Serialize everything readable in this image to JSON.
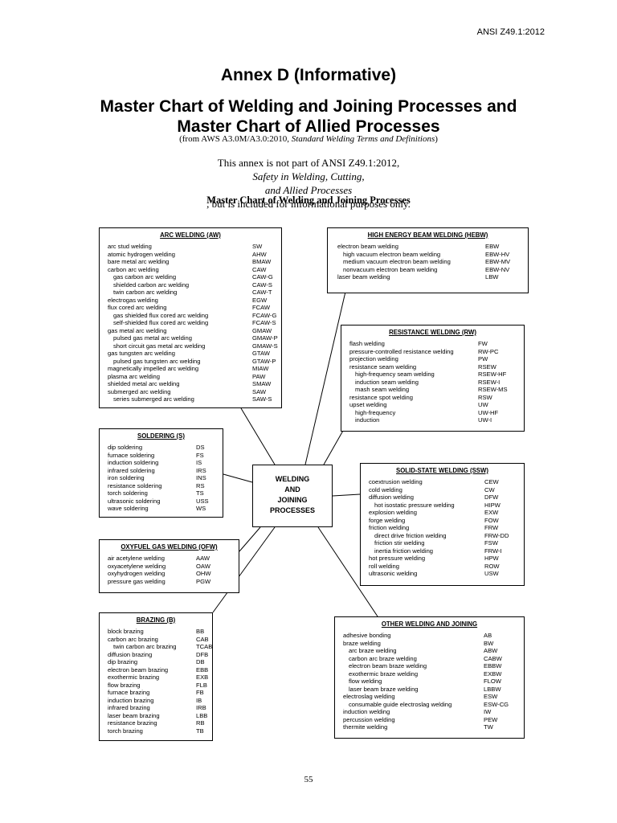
{
  "header": "ANSI Z49.1:2012",
  "title1": "Annex D (Informative)",
  "title2_line1": "Master Chart of Welding and Joining Processes and",
  "title2_line2": "Master Chart of Allied Processes",
  "from_prefix": "(from AWS A3.0M/A3.0:2010, ",
  "from_italic": "Standard Welding Terms and Definitions",
  "from_suffix": ")",
  "note_prefix": "This annex is not part of ANSI Z49.1:2012, ",
  "note_italic1": "Safety in Welding, Cutting,",
  "note_italic2": "and Allied Processes",
  "note_suffix": ", but is included for informational purposes only.",
  "chart_title": "Master Chart of Welding and Joining Processes",
  "center": {
    "line1": "WELDING",
    "line2": "AND",
    "line3": "JOINING",
    "line4": "PROCESSES"
  },
  "page_number": "55",
  "boxes": [
    {
      "id": "aw",
      "title": "ARC WELDING (AW)",
      "items": [
        {
          "name": "arc stud welding",
          "abbr": "SW",
          "sub": false
        },
        {
          "name": "atomic hydrogen welding",
          "abbr": "AHW",
          "sub": false
        },
        {
          "name": "bare metal arc welding",
          "abbr": "BMAW",
          "sub": false
        },
        {
          "name": "carbon arc welding",
          "abbr": "CAW",
          "sub": false
        },
        {
          "name": "gas carbon arc welding",
          "abbr": "CAW-G",
          "sub": true
        },
        {
          "name": "shielded carbon arc welding",
          "abbr": "CAW-S",
          "sub": true
        },
        {
          "name": "twin carbon arc welding",
          "abbr": "CAW-T",
          "sub": true
        },
        {
          "name": "electrogas welding",
          "abbr": "EGW",
          "sub": false
        },
        {
          "name": "flux cored arc welding",
          "abbr": "FCAW",
          "sub": false
        },
        {
          "name": "gas shielded flux cored arc welding",
          "abbr": "FCAW-G",
          "sub": true
        },
        {
          "name": "self-shielded flux cored arc welding",
          "abbr": "FCAW-S",
          "sub": true
        },
        {
          "name": "gas metal arc welding",
          "abbr": "GMAW",
          "sub": false
        },
        {
          "name": "pulsed gas metal arc welding",
          "abbr": "GMAW-P",
          "sub": true
        },
        {
          "name": "short circuit gas metal arc welding",
          "abbr": "GMAW-S",
          "sub": true
        },
        {
          "name": "gas tungsten arc welding",
          "abbr": "GTAW",
          "sub": false
        },
        {
          "name": "pulsed gas tungsten arc welding",
          "abbr": "GTAW-P",
          "sub": true
        },
        {
          "name": "magnetically impelled arc welding",
          "abbr": "MIAW",
          "sub": false
        },
        {
          "name": "plasma arc welding",
          "abbr": "PAW",
          "sub": false
        },
        {
          "name": "shielded metal arc welding",
          "abbr": "SMAW",
          "sub": false
        },
        {
          "name": "submerged arc welding",
          "abbr": "SAW",
          "sub": false
        },
        {
          "name": "series submerged arc welding",
          "abbr": "SAW-S",
          "sub": true
        }
      ]
    },
    {
      "id": "hebw",
      "title": "HIGH ENERGY BEAM WELDING (HEBW)",
      "items": [
        {
          "name": "electron beam welding",
          "abbr": "EBW",
          "sub": false
        },
        {
          "name": "high vacuum electron beam welding",
          "abbr": "EBW-HV",
          "sub": true
        },
        {
          "name": "medium vacuum electron beam welding",
          "abbr": "EBW-MV",
          "sub": true
        },
        {
          "name": "nonvacuum electron beam welding",
          "abbr": "EBW-NV",
          "sub": true
        },
        {
          "name": "laser beam welding",
          "abbr": "LBW",
          "sub": false
        }
      ]
    },
    {
      "id": "rw",
      "title": "RESISTANCE WELDING (RW)",
      "items": [
        {
          "name": "flash welding",
          "abbr": "FW",
          "sub": false
        },
        {
          "name": "pressure-controlled resistance welding",
          "abbr": "RW-PC",
          "sub": false
        },
        {
          "name": "projection welding",
          "abbr": "PW",
          "sub": false
        },
        {
          "name": "resistance seam welding",
          "abbr": "RSEW",
          "sub": false
        },
        {
          "name": "high-frequency seam welding",
          "abbr": "RSEW-HF",
          "sub": true
        },
        {
          "name": "induction seam welding",
          "abbr": "RSEW-I",
          "sub": true
        },
        {
          "name": "mash seam welding",
          "abbr": "RSEW-MS",
          "sub": true
        },
        {
          "name": "resistance spot welding",
          "abbr": "RSW",
          "sub": false
        },
        {
          "name": "upset welding",
          "abbr": "UW",
          "sub": false
        },
        {
          "name": "high-frequency",
          "abbr": "UW-HF",
          "sub": true
        },
        {
          "name": "induction",
          "abbr": "UW-I",
          "sub": true
        }
      ]
    },
    {
      "id": "s",
      "title": "SOLDERING (S)",
      "items": [
        {
          "name": "dip soldering",
          "abbr": "DS",
          "sub": false
        },
        {
          "name": "furnace soldering",
          "abbr": "FS",
          "sub": false
        },
        {
          "name": "induction soldering",
          "abbr": "IS",
          "sub": false
        },
        {
          "name": "infrared soldering",
          "abbr": "IRS",
          "sub": false
        },
        {
          "name": "iron soldering",
          "abbr": "INS",
          "sub": false
        },
        {
          "name": "resistance soldering",
          "abbr": "RS",
          "sub": false
        },
        {
          "name": "torch soldering",
          "abbr": "TS",
          "sub": false
        },
        {
          "name": "ultrasonic soldering",
          "abbr": "USS",
          "sub": false
        },
        {
          "name": "wave soldering",
          "abbr": "WS",
          "sub": false
        }
      ]
    },
    {
      "id": "ssw",
      "title": "SOLID-STATE WELDING (SSW)",
      "items": [
        {
          "name": "coextrusion welding",
          "abbr": "CEW",
          "sub": false
        },
        {
          "name": "cold welding",
          "abbr": "CW",
          "sub": false
        },
        {
          "name": "diffusion welding",
          "abbr": "DFW",
          "sub": false
        },
        {
          "name": "hot isostatic pressure welding",
          "abbr": "HIPW",
          "sub": true
        },
        {
          "name": "explosion welding",
          "abbr": "EXW",
          "sub": false
        },
        {
          "name": "forge welding",
          "abbr": "FOW",
          "sub": false
        },
        {
          "name": "friction welding",
          "abbr": "FRW",
          "sub": false
        },
        {
          "name": "direct drive friction welding",
          "abbr": "FRW-DD",
          "sub": true
        },
        {
          "name": "friction stir welding",
          "abbr": "FSW",
          "sub": true
        },
        {
          "name": "inertia friction welding",
          "abbr": "FRW-I",
          "sub": true
        },
        {
          "name": "hot pressure welding",
          "abbr": "HPW",
          "sub": false
        },
        {
          "name": "roll welding",
          "abbr": "ROW",
          "sub": false
        },
        {
          "name": "ultrasonic welding",
          "abbr": "USW",
          "sub": false
        }
      ]
    },
    {
      "id": "ofw",
      "title": "OXYFUEL GAS WELDING (OFW)",
      "items": [
        {
          "name": "air acetylene welding",
          "abbr": "AAW",
          "sub": false
        },
        {
          "name": "oxyacetylene welding",
          "abbr": "OAW",
          "sub": false
        },
        {
          "name": "oxyhydrogen welding",
          "abbr": "OHW",
          "sub": false
        },
        {
          "name": "pressure gas welding",
          "abbr": "PGW",
          "sub": false
        }
      ]
    },
    {
      "id": "b",
      "title": "BRAZING (B)",
      "items": [
        {
          "name": "block brazing",
          "abbr": "BB",
          "sub": false
        },
        {
          "name": "carbon arc brazing",
          "abbr": "CAB",
          "sub": false
        },
        {
          "name": "twin carbon arc brazing",
          "abbr": "TCAB",
          "sub": true
        },
        {
          "name": "diffusion brazing",
          "abbr": "DFB",
          "sub": false
        },
        {
          "name": "dip brazing",
          "abbr": "DB",
          "sub": false
        },
        {
          "name": "electron beam brazing",
          "abbr": "EBB",
          "sub": false
        },
        {
          "name": "exothermic brazing",
          "abbr": "EXB",
          "sub": false
        },
        {
          "name": "flow brazing",
          "abbr": "FLB",
          "sub": false
        },
        {
          "name": "furnace brazing",
          "abbr": "FB",
          "sub": false
        },
        {
          "name": "induction brazing",
          "abbr": "IB",
          "sub": false
        },
        {
          "name": "infrared brazing",
          "abbr": "IRB",
          "sub": false
        },
        {
          "name": "laser beam brazing",
          "abbr": "LBB",
          "sub": false
        },
        {
          "name": "resistance brazing",
          "abbr": "RB",
          "sub": false
        },
        {
          "name": "torch brazing",
          "abbr": "TB",
          "sub": false
        }
      ]
    },
    {
      "id": "owj",
      "title": "OTHER WELDING AND JOINING",
      "items": [
        {
          "name": "adhesive bonding",
          "abbr": "AB",
          "sub": false
        },
        {
          "name": "braze welding",
          "abbr": "BW",
          "sub": false
        },
        {
          "name": "arc braze welding",
          "abbr": "ABW",
          "sub": true
        },
        {
          "name": "carbon arc braze welding",
          "abbr": "CABW",
          "sub": true
        },
        {
          "name": "electron beam braze welding",
          "abbr": "EBBW",
          "sub": true
        },
        {
          "name": "exothermic braze welding",
          "abbr": "EXBW",
          "sub": true
        },
        {
          "name": "flow welding",
          "abbr": "FLOW",
          "sub": true
        },
        {
          "name": "laser beam braze welding",
          "abbr": "LBBW",
          "sub": true
        },
        {
          "name": "electroslag welding",
          "abbr": "ESW",
          "sub": false
        },
        {
          "name": "consumable guide electroslag welding",
          "abbr": "ESW-CG",
          "sub": true
        },
        {
          "name": "induction welding",
          "abbr": "IW",
          "sub": false
        },
        {
          "name": "percussion welding",
          "abbr": "PEW",
          "sub": false
        },
        {
          "name": "thermite welding",
          "abbr": "TW",
          "sub": false
        }
      ]
    }
  ]
}
